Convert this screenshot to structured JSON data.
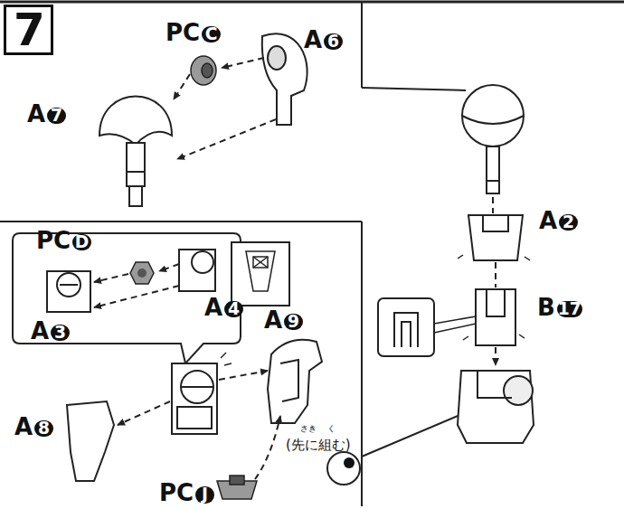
{
  "diagram": {
    "nodes": [
      {
        "text": [
          "7"
        ]
      }
    ],
    "labels": [
      "PCC",
      "A6",
      "A7",
      "A2",
      "B17",
      "PCD",
      "A4",
      "A3",
      "A9",
      "A8",
      "PCJ",
      "(先に組む)",
      "さき",
      "く"
    ]
  }
}
